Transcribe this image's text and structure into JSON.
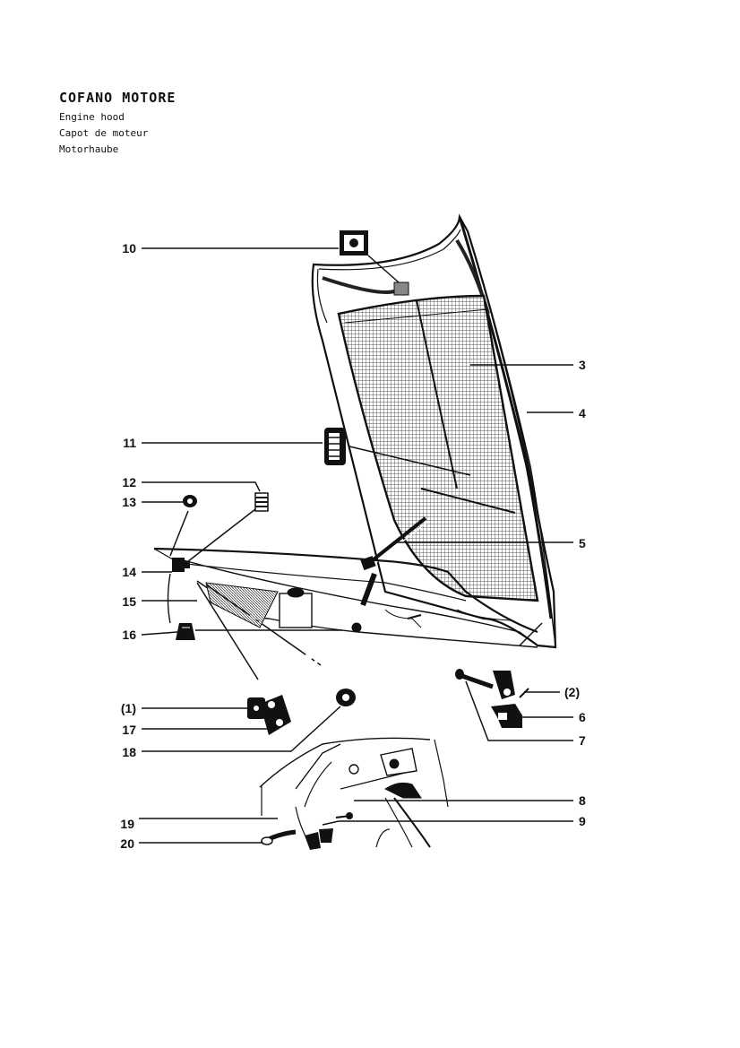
{
  "title": {
    "main": "COFANO MOTORE",
    "en": "Engine hood",
    "fr": "Capot de moteur",
    "de": "Motorhaube"
  },
  "callouts": {
    "c10": "10",
    "c3": "3",
    "c4": "4",
    "c11": "11",
    "c12": "12",
    "c13": "13",
    "c5": "5",
    "c14": "14",
    "c15": "15",
    "c16": "16",
    "c1": "(1)",
    "c2": "(2)",
    "c6": "6",
    "c17": "17",
    "c7": "7",
    "c18": "18",
    "c8": "8",
    "c19": "19",
    "c9": "9",
    "c20": "20"
  }
}
